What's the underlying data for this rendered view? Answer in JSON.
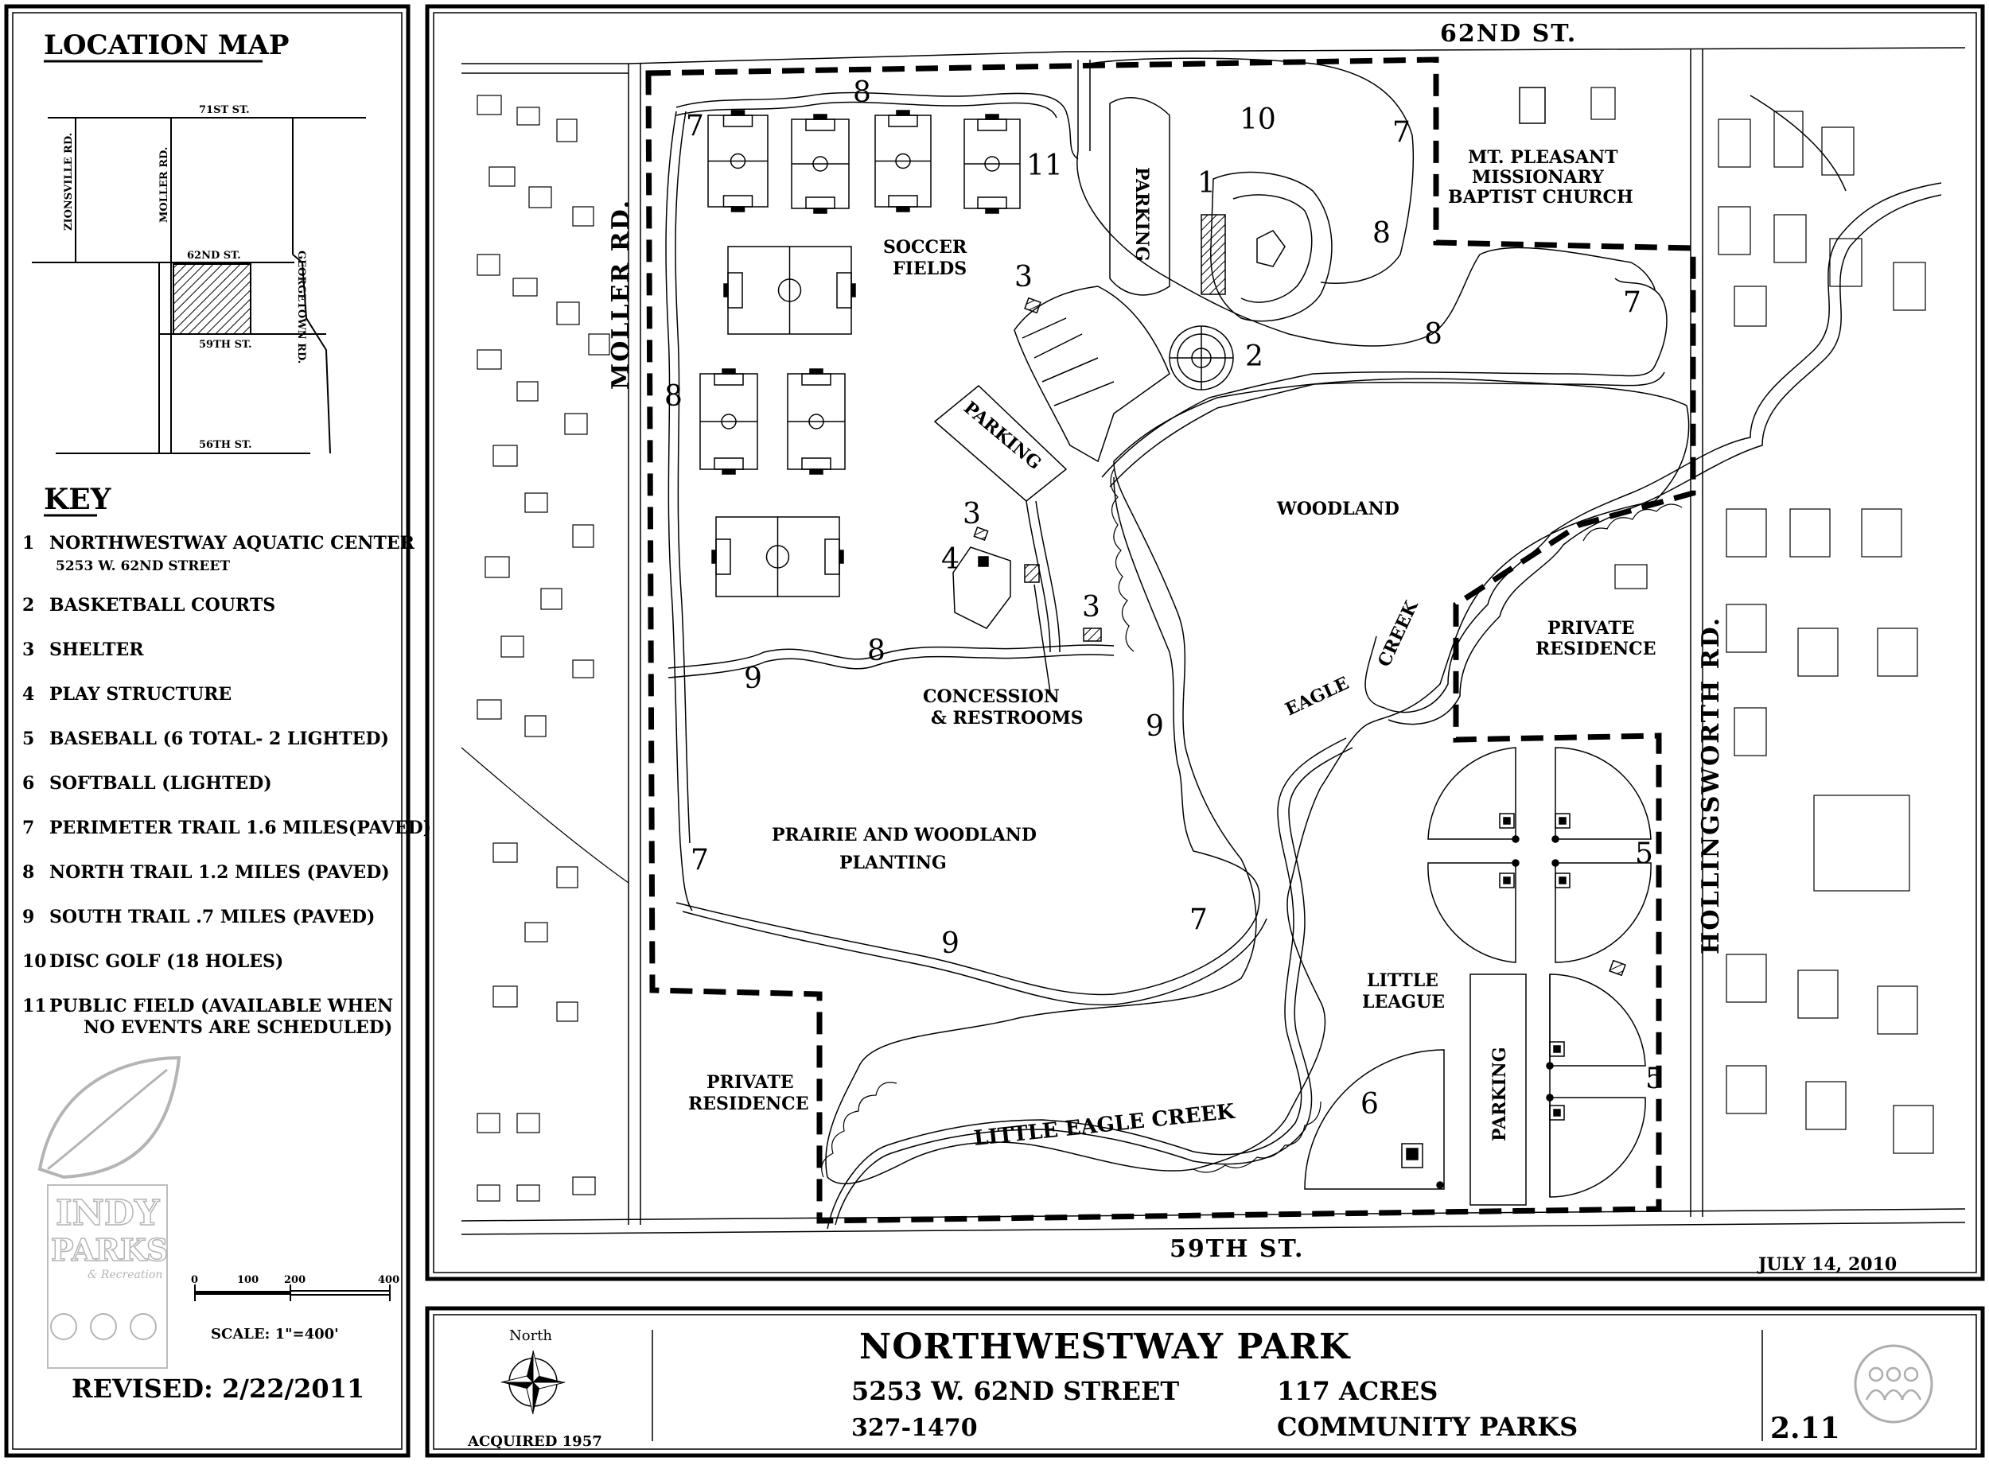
{
  "location_map": {
    "title": "LOCATION MAP",
    "streets": {
      "st71": "71ST ST.",
      "zionsville": "ZIONSVILLE RD.",
      "moller": "MOLLER RD.",
      "georgetown": "GEORGETOWN RD.",
      "st62": "62ND ST.",
      "st59": "59TH ST.",
      "st56": "56TH ST."
    }
  },
  "key": {
    "title": "KEY",
    "items": [
      {
        "num": "1",
        "text": "NORTHWESTWAY AQUATIC CENTER",
        "sub": "5253 W. 62ND STREET"
      },
      {
        "num": "2",
        "text": "BASKETBALL COURTS"
      },
      {
        "num": "3",
        "text": "SHELTER"
      },
      {
        "num": "4",
        "text": "PLAY STRUCTURE"
      },
      {
        "num": "5",
        "text": "BASEBALL (6 TOTAL- 2 LIGHTED)"
      },
      {
        "num": "6",
        "text": "SOFTBALL (LIGHTED)"
      },
      {
        "num": "7",
        "text": "PERIMETER TRAIL 1.6 MILES(PAVED)"
      },
      {
        "num": "8",
        "text": "NORTH TRAIL 1.2 MILES (PAVED)"
      },
      {
        "num": "9",
        "text": "SOUTH TRAIL .7 MILES (PAVED)"
      },
      {
        "num": "10",
        "text": "DISC GOLF (18 HOLES)"
      },
      {
        "num": "11",
        "text": "PUBLIC FIELD (AVAILABLE WHEN",
        "sub": "NO EVENTS ARE SCHEDULED)"
      }
    ]
  },
  "logo": {
    "line1": "INDY",
    "line2": "PARKS",
    "line3": "& Recreation"
  },
  "scale": {
    "ticks": [
      "0",
      "100",
      "200",
      "400"
    ],
    "label": "SCALE: 1\"=400'"
  },
  "revised": "REVISED: 2/22/2011",
  "map": {
    "streets": {
      "north": "62ND ST.",
      "south": "59TH ST.",
      "west": "MOLLER RD.",
      "east": "HOLLINGSWORTH RD."
    },
    "labels": {
      "church": [
        "MT. PLEASANT",
        "MISSIONARY",
        "BAPTIST CHURCH"
      ],
      "soccer": [
        "SOCCER",
        "FIELDS"
      ],
      "parking": "PARKING",
      "woodland": "WOODLAND",
      "concession": [
        "CONCESSION",
        "& RESTROOMS"
      ],
      "prairie": [
        "PRAIRIE AND WOODLAND",
        "PLANTING"
      ],
      "private_residence": [
        "PRIVATE",
        "RESIDENCE"
      ],
      "eagle_creek": [
        "EAGLE",
        "CREEK"
      ],
      "little_league": [
        "LITTLE",
        "LEAGUE"
      ],
      "little_eagle_creek": "LITTLE EAGLE CREEK"
    },
    "date": "JULY 14, 2010"
  },
  "title_block": {
    "north": "North",
    "acquired": "ACQUIRED 1957",
    "park_name": "NORTHWESTWAY PARK",
    "address": "5253 W. 62ND STREET",
    "phone": "327-1470",
    "acres": "117 ACRES",
    "category": "COMMUNITY PARKS",
    "sheet": "2.11"
  }
}
